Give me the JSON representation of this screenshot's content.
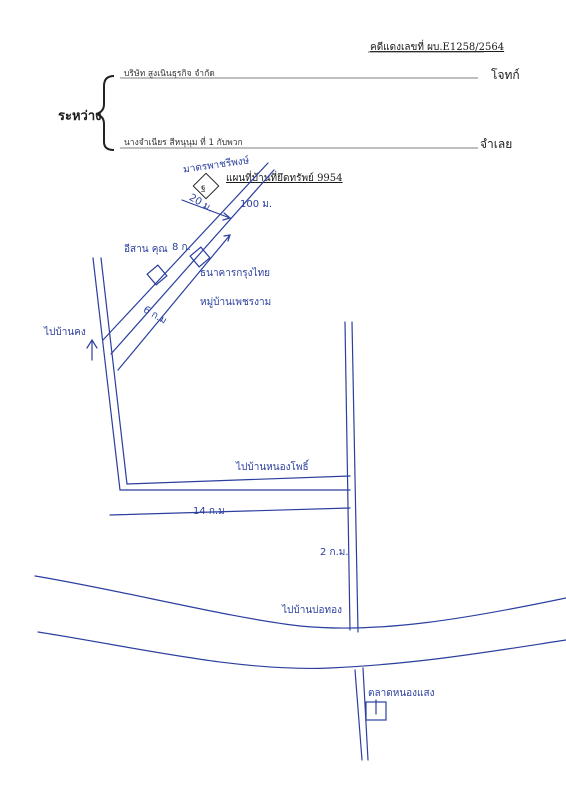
{
  "header": {
    "case_no": "คดีแดงเลขที่ ผบ.E1258/2564",
    "between_label": "ระหว่าง",
    "plaintiff_name": "บริษัท สูงเนินธุรกิจ จำกัด",
    "plaintiff_role": "โจทก์",
    "defendant_name": "นางจำเนียร สีหนุนุม ที่ 1 กับพวก",
    "defendant_role": "จำเลย"
  },
  "map": {
    "title": "แผนที่บ้านที่ยึดทรัพย์ 9954",
    "labels": {
      "top_road": "มาตรพาชรีพงษ์",
      "dist_20": "20 ม.",
      "dist_100": "100 ม.",
      "house_left": "อีสาน คุณ",
      "house_num": "8 ก.",
      "bank": "ธนาคารกรุงไทย",
      "village": "หมู่บ้านเพชรงาม",
      "dist_6km": "6 ก.ม",
      "to_left": "ไปบ้านคง",
      "to_mid": "ไปบ้านหนองโพธิ์",
      "dist_14km": "14 ก.ม",
      "dist_2km": "2 ก.ม.",
      "to_bottom": "ไปบ้านบ่อทอง",
      "bottom_target": "ตลาดหนองแสง"
    }
  }
}
